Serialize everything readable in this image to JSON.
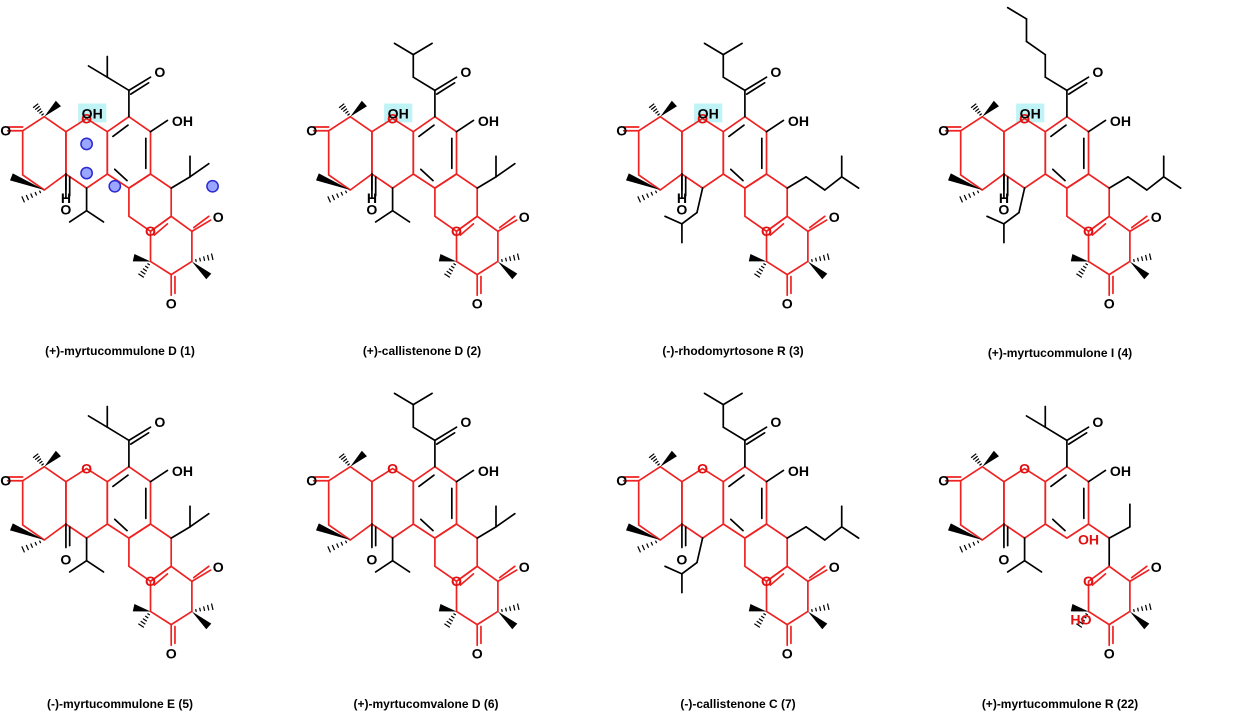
{
  "figure": {
    "atom_labels": {
      "oxygen": "O",
      "hydroxyl": "OH",
      "hydroxyl_left": "HO",
      "hydrogen": "H"
    },
    "colors": {
      "ring_highlight": "#ee2222",
      "oh_highlight": "#bff3f6",
      "stereo_marker": "#2a2ad0",
      "bond": "#000000"
    },
    "compounds": [
      {
        "caption": "(+)-myrtucommulone D (1)",
        "top_chain": "isobutyl-ketone",
        "lower_groups": [
          "isopropyl",
          "isopropyl"
        ],
        "hemiketal": true,
        "stereo_markers": true,
        "variant": "fused"
      },
      {
        "caption": "(+)-callistenone D (2)",
        "top_chain": "isovaleryl",
        "lower_groups": [
          "isopropyl",
          "isopropyl"
        ],
        "hemiketal": true,
        "stereo_markers": false,
        "variant": "fused"
      },
      {
        "caption": "(-)-rhodomyrtosone R (3)",
        "top_chain": "isovaleryl",
        "lower_groups": [
          "isobutyl",
          "isobutyl"
        ],
        "hemiketal": true,
        "stereo_markers": false,
        "variant": "fused"
      },
      {
        "caption": "(+)-myrtucommulone I (4)",
        "top_chain": "hexanoyl",
        "lower_groups": [
          "isobutyl",
          "isobutyl"
        ],
        "hemiketal": true,
        "stereo_markers": false,
        "variant": "fused"
      },
      {
        "caption": "(-)-myrtucommulone E (5)",
        "top_chain": "isobutyl-ketone",
        "lower_groups": [
          "isopropyl",
          "isopropyl"
        ],
        "hemiketal": false,
        "stereo_markers": false,
        "variant": "fused"
      },
      {
        "caption": "(+)-myrtucomvalone D (6)",
        "top_chain": "isovaleryl",
        "lower_groups": [
          "isopropyl",
          "isopropyl"
        ],
        "hemiketal": false,
        "stereo_markers": false,
        "variant": "fused"
      },
      {
        "caption": "(-)-callistenone C  (7)",
        "top_chain": "isovaleryl",
        "lower_groups": [
          "isobutyl",
          "isobutyl"
        ],
        "hemiketal": false,
        "stereo_markers": false,
        "variant": "fused"
      },
      {
        "caption": "(+)-myrtucommulone R (22)",
        "top_chain": "isobutyl-ketone",
        "lower_groups": [
          "isopropyl",
          "isopropyl"
        ],
        "hemiketal": false,
        "stereo_markers": false,
        "variant": "open"
      }
    ]
  }
}
